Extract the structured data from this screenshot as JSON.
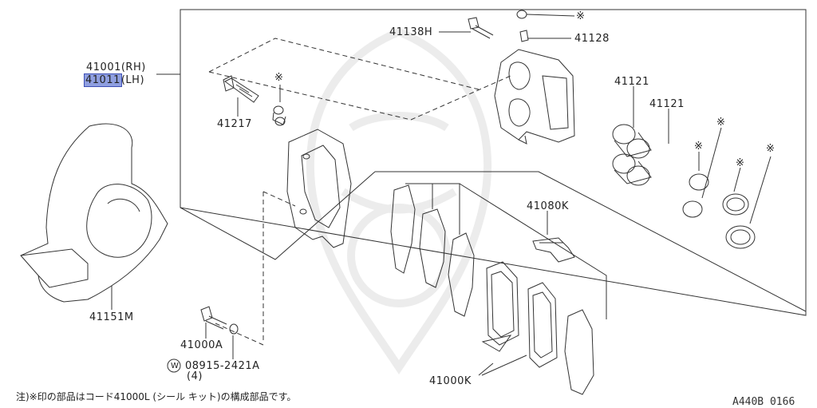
{
  "labels": {
    "p41001": "41001(RH)",
    "p41011": "41011",
    "p41011_suffix": "(LH)",
    "p41217": "41217",
    "p41138H": "41138H",
    "p41128": "41128",
    "p41121_a": "41121",
    "p41121_b": "41121",
    "p41080K": "41080K",
    "p41151M": "41151M",
    "p41000A": "41000A",
    "p08915": "08915-2421A",
    "p08915_qty": "(4)",
    "w_mark": "W",
    "p41000K": "41000K"
  },
  "star_symbol": "※",
  "footnote": "注)※印の部品はコード41000L (シール キット)の構成部品です。",
  "diagram_code": "A440B 0166",
  "colors": {
    "line": "#333333",
    "highlight": "#8f9fe0",
    "highlight_border": "#3d4fb5"
  }
}
